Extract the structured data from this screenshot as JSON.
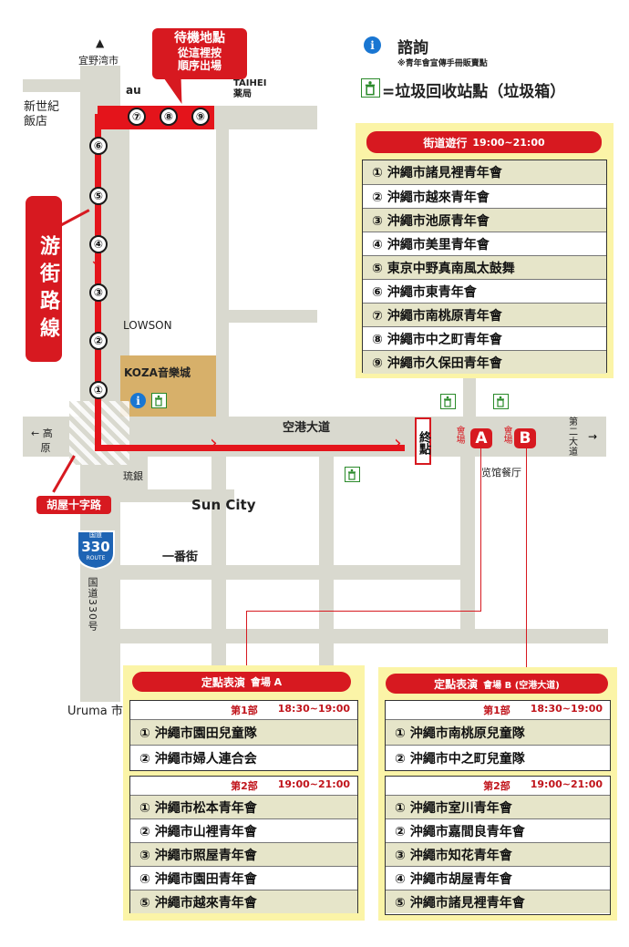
{
  "legend": {
    "info_label": "諮詢",
    "info_note": "※青年會宣傳手冊販賣點",
    "trash_label": "=垃圾回收站點（垃圾箱）"
  },
  "route_tag": {
    "text": "游街路線"
  },
  "waiting": {
    "line1": "待機地點",
    "line2": "從這裡按",
    "line3": "順序出場"
  },
  "waypoints": [
    "①",
    "②",
    "③",
    "④",
    "⑤",
    "⑥",
    "⑦",
    "⑧",
    "⑨"
  ],
  "places": {
    "ginowan": "宜野湾市",
    "au": "au",
    "taihei": "TAIHEI\n薬局",
    "shinseiki": "新世紀\n飯店",
    "lowson": "LOWSON",
    "koza": "KOZA音樂城",
    "takahara": "← 高原",
    "goya_cross": "胡屋十字路",
    "ryugin": "琉銀",
    "suncity": "Sun City",
    "ichiban": "一番街",
    "national_road": "国道330号",
    "uruma": "Uruma 市",
    "airport_road": "空港大道",
    "end_point": "終點",
    "venue_label": "會場",
    "venue_a": "A",
    "venue_b": "B",
    "dainiodo": "第二大道 →",
    "restaurant": "览馆餐厅",
    "shield_top": "国道",
    "shield_num": "330",
    "shield_bottom": "ROUTE"
  },
  "parade": {
    "title": "街道遊行",
    "time": "19:00~21:00",
    "rows": [
      "① 沖繩市諸見裡青年會",
      "② 沖繩市越來青年會",
      "③ 沖繩市池原青年會",
      "④ 沖繩市美里青年會",
      "⑤ 東京中野真南風太鼓舞",
      "⑥ 沖繩市東青年會",
      "⑦ 沖繩市南桃原青年會",
      "⑧ 沖繩市中之町青年會",
      "⑨ 沖繩市久保田青年會"
    ]
  },
  "stageA": {
    "title": "定點表演",
    "venue": "會場 A",
    "part1": {
      "label": "第1部",
      "time": "18:30~19:00",
      "rows": [
        "① 沖繩市園田兒童隊",
        "② 沖繩市婦人連合会"
      ]
    },
    "part2": {
      "label": "第2部",
      "time": "19:00~21:00",
      "rows": [
        "① 沖繩市松本青年會",
        "② 沖繩市山裡青年會",
        "③ 沖繩市照屋青年會",
        "④ 沖繩市園田青年會",
        "⑤ 沖繩市越來青年會"
      ]
    }
  },
  "stageB": {
    "title": "定點表演",
    "venue": "會場 B (空港大道)",
    "part1": {
      "label": "第1部",
      "time": "18:30~19:00",
      "rows": [
        "① 沖繩市南桃原兒童隊",
        "② 沖繩市中之町兒童隊"
      ]
    },
    "part2": {
      "label": "第2部",
      "time": "19:00~21:00",
      "rows": [
        "① 沖繩市室川青年會",
        "② 沖繩市嘉間良青年會",
        "③ 沖繩市知花青年會",
        "④ 沖繩市胡屋青年會",
        "⑤ 沖繩市諸見裡青年會"
      ]
    }
  }
}
